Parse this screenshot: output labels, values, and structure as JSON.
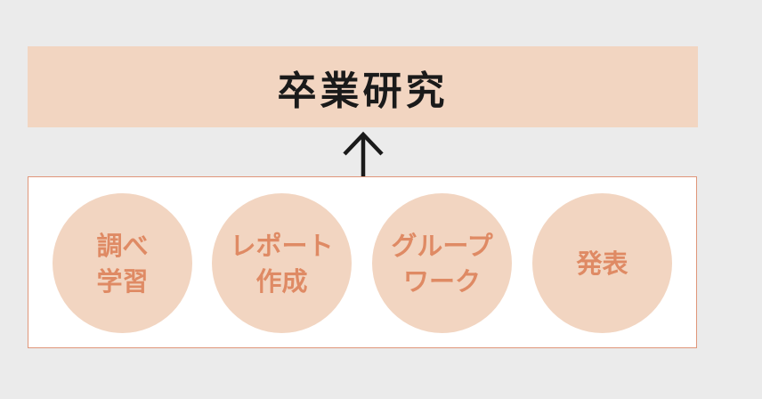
{
  "top": {
    "title": "卒業研究"
  },
  "items": [
    {
      "label": "調べ\n学習"
    },
    {
      "label": "レポート\n作成"
    },
    {
      "label": "グループ\nワーク"
    },
    {
      "label": "発表"
    }
  ],
  "colors": {
    "background": "#ebebeb",
    "banner": "#f2d5c1",
    "circle": "#f2d5c1",
    "label": "#df8a64",
    "border": "#e0967a",
    "title": "#1a1a1a"
  }
}
